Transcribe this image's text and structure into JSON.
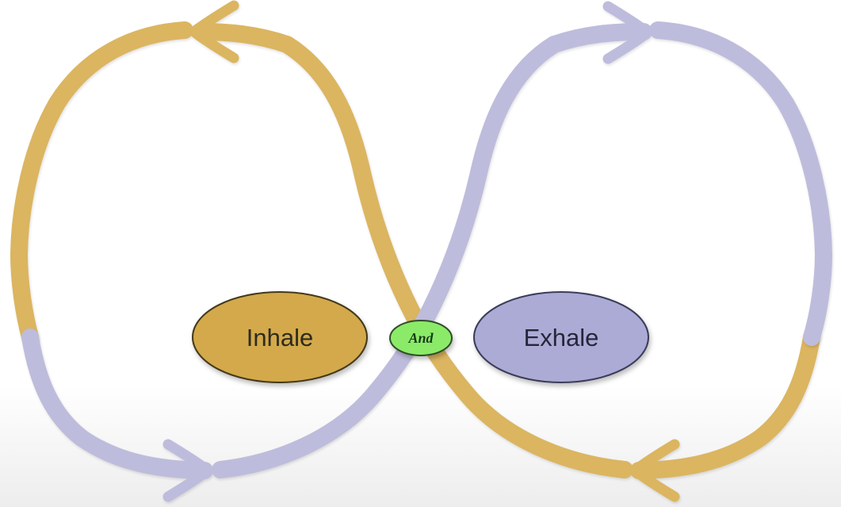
{
  "canvas": {
    "bg_top": "#ffffff",
    "bg_bottom": "#ededee"
  },
  "diagram": {
    "nodes": [
      {
        "label": "Inhale",
        "fill": "#D3A94B",
        "border": "#44391A",
        "text_color": "#2E2A1E"
      },
      {
        "label": "Exhale",
        "fill": "#ACABD6",
        "border": "#3C3C5A",
        "text_color": "#26263A"
      },
      {
        "label": "And",
        "fill": "#8BEB68",
        "border": "#2F4D27",
        "text_color": "#173B17"
      }
    ],
    "loops": [
      {
        "name": "inhale-loop",
        "color": "#DBB560",
        "side": "left",
        "direction": "counterclockwise"
      },
      {
        "name": "exhale-loop",
        "color": "#BEBCDC",
        "side": "right",
        "direction": "clockwise"
      }
    ]
  }
}
